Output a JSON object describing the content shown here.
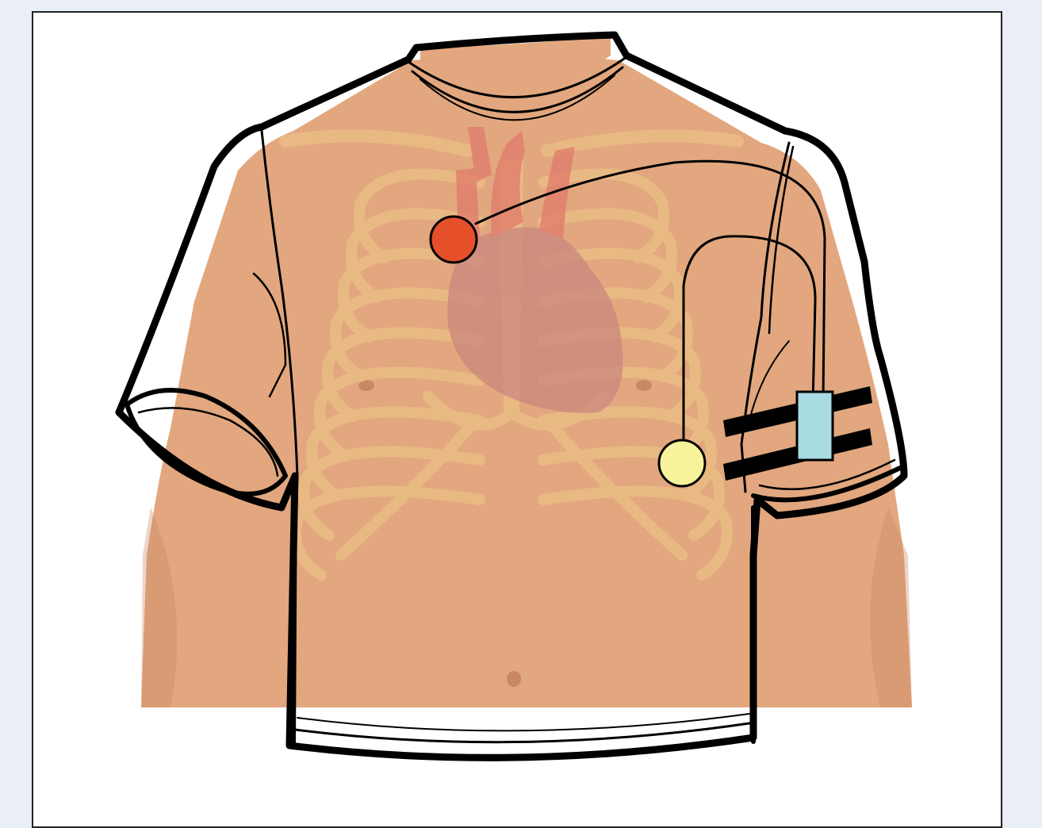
{
  "figure": {
    "background_color": "#e9eef7",
    "frame_color": "#ffffff",
    "skin_color": "#e2a77e",
    "skin_shadow_color": "#c98861",
    "rib_color": "#f0c98a",
    "heart_color": "#c9877e",
    "vessel_color": "#e07a6a",
    "shirt_outline_color": "#000000",
    "electrode_upper": {
      "name": "upper-electrode",
      "color": "#e5502a"
    },
    "electrode_lower": {
      "name": "lower-electrode",
      "color": "#f6f39a"
    },
    "recorder_device": {
      "name": "recorder-device",
      "color": "#a8dbe2"
    },
    "armband": {
      "name": "armband",
      "color": "#000000"
    }
  }
}
